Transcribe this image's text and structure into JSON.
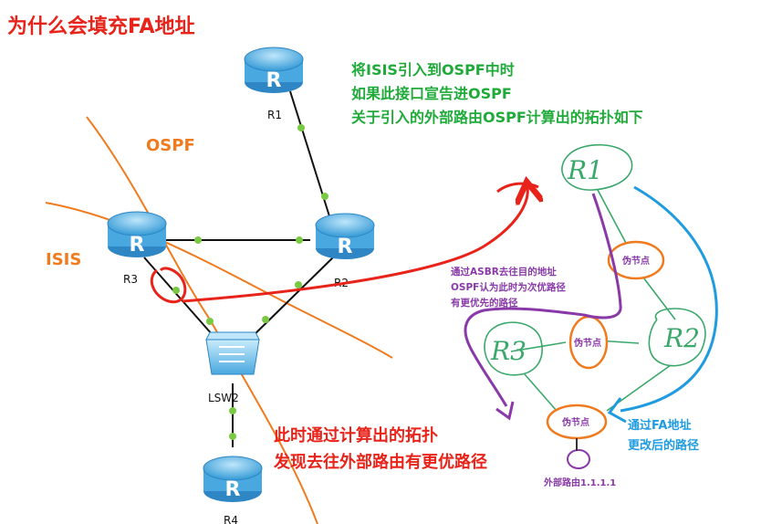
{
  "title": "为什么会填充FA地址",
  "caption_green": [
    "将ISIS引入到OSPF中时",
    "如果此接口宣告进OSPF",
    "关于引入的外部路由OSPF计算出的拓扑如下"
  ],
  "caption_red": [
    "此时通过计算出的拓扑",
    "发现去往外部路由有更优路径"
  ],
  "caption_purple": [
    "通过ASBR去往目的地址",
    "OSPF认为此时为次优路径",
    "有更优先的路径"
  ],
  "caption_blue": [
    "通过FA地址",
    "更改后的路径"
  ],
  "area_labels": {
    "ospf": "OSPF",
    "isis": "ISIS"
  },
  "routers": [
    {
      "id": "r1",
      "label": "R1"
    },
    {
      "id": "r2",
      "label": "R2"
    },
    {
      "id": "r3",
      "label": "R3"
    },
    {
      "id": "r4",
      "label": "R4"
    }
  ],
  "router_glyph": "R",
  "switch_label": "LSW2",
  "sketch": {
    "r1": "R1",
    "r2": "R2",
    "r3": "R3",
    "pseudo_node": "伪节点",
    "external_route": "外部路由1.1.1.1"
  },
  "colors": {
    "title": "#e8231a",
    "green": "#1faa3a",
    "red": "#e8231a",
    "purple": "#8a3aa8",
    "blue": "#1f9be0",
    "orange": "#f07b1e",
    "sketch_green": "#3aa86a",
    "router_blue": "#4aa8e0",
    "link_dot": "#7ac943"
  }
}
